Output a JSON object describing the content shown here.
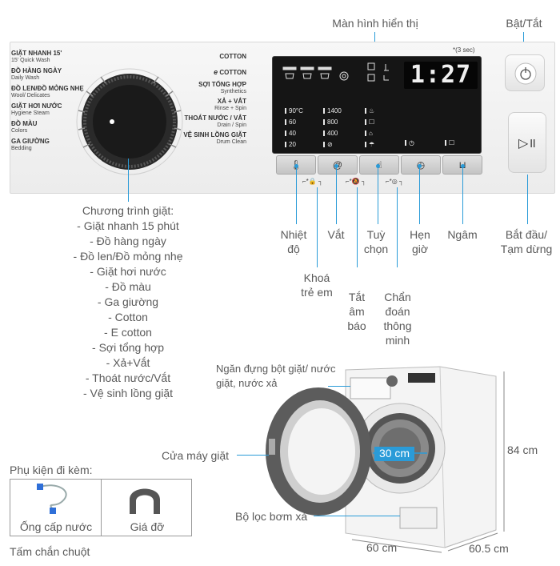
{
  "top_labels": {
    "display": "Màn hình hiển thị",
    "power": "Bật/Tắt",
    "hold_note": "*(3 sec)"
  },
  "left_programs": [
    {
      "vi": "GIẶT NHANH 15'",
      "en": "15' Quick Wash"
    },
    {
      "vi": "ĐỒ HÀNG NGÀY",
      "en": "Daily Wash"
    },
    {
      "vi": "ĐỒ LEN/ĐỒ MỎNG NHẸ",
      "en": "Wool/ Delicates"
    },
    {
      "vi": "GIẶT HƠI NƯỚC",
      "en": "Hygiene Steam"
    },
    {
      "vi": "ĐỒ MÀU",
      "en": "Colors"
    },
    {
      "vi": "GA GIƯỜNG",
      "en": "Bedding"
    }
  ],
  "right_programs": [
    {
      "vi": "COTTON",
      "en": ""
    },
    {
      "vi": "COTTON",
      "en": ""
    },
    {
      "vi": "SỢI TỔNG HỢP",
      "en": "Synthetics"
    },
    {
      "vi": "XẢ + VẮT",
      "en": "Rinse + Spin"
    },
    {
      "vi": "THOÁT NƯỚC / VẮT",
      "en": "Drain / Spin"
    },
    {
      "vi": "VỆ SINH LỒNG GIẶT",
      "en": "Drum Clean"
    }
  ],
  "display_options": {
    "temps": [
      "90°C",
      "60",
      "40",
      "20"
    ],
    "speeds": [
      "1400",
      "800",
      "400"
    ],
    "time": "1:27"
  },
  "panel_buttons": {
    "start_pause_symbol": "▷॥"
  },
  "callouts": {
    "temp": "Nhiệt độ",
    "spin": "Vắt",
    "option": "Tuỳ chọn",
    "timer": "Hẹn giờ",
    "soak": "Ngâm",
    "start": "Bắt đầu/ Tạm dừng",
    "child_lock": "Khoá trẻ em",
    "mute": "Tắt âm báo",
    "diagnosis": "Chẩn đoán thông minh"
  },
  "program_list": {
    "title": "Chương trình giặt:",
    "items": [
      "- Giặt nhanh 15 phút",
      "- Đồ hàng ngày",
      "- Đồ len/Đồ mỏng nhẹ",
      "- Giặt hơi nước",
      "- Đồ màu",
      "- Ga giường",
      "- Cotton",
      "- E cotton",
      "- Sợi tổng hợp",
      "- Xả+Vắt",
      "- Thoát nước/Vắt",
      "- Vệ sinh lồng giặt"
    ]
  },
  "machine": {
    "drawer": "Ngăn đựng bột giặt/ nước giặt, nước xả",
    "door": "Cửa máy giặt",
    "drum": "30 cm",
    "filter": "Bộ lọc bơm xả",
    "height": "84 cm",
    "width": "60 cm",
    "depth": "60.5 cm"
  },
  "accessories": {
    "title": "Phụ kiện đi kèm:",
    "items": [
      "Ống cấp nước",
      "Giá đỡ"
    ],
    "extra": "Tấm chắn chuột"
  }
}
